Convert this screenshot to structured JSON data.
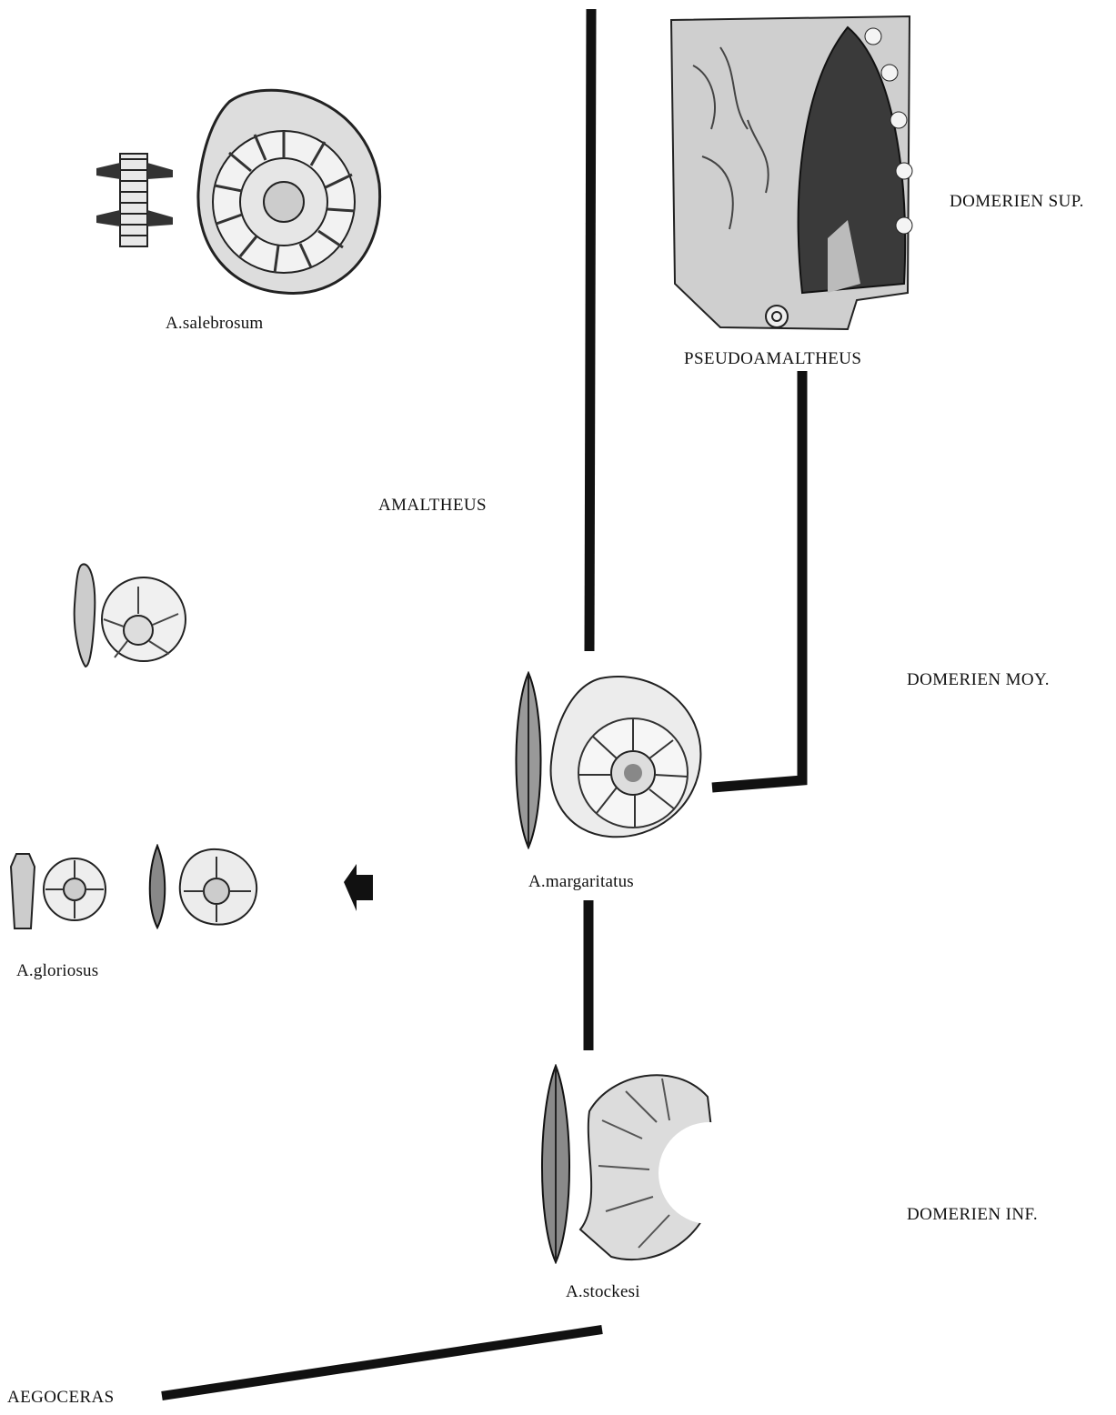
{
  "stages": {
    "upper": "DOMERIEN SUP.",
    "middle": "DOMERIEN MOY.",
    "lower": "DOMERIEN INF."
  },
  "genera": {
    "amaltheus": "AMALTHEUS",
    "pseudoamaltheus": "PSEUDOAMALTHEUS",
    "aegoceras": "AEGOCERAS"
  },
  "species": {
    "salebrosum": "A.salebrosum",
    "margaritatus": "A.margaritatus",
    "gloriosus": "A.gloriosus",
    "stockesi": "A.stockesi"
  }
}
